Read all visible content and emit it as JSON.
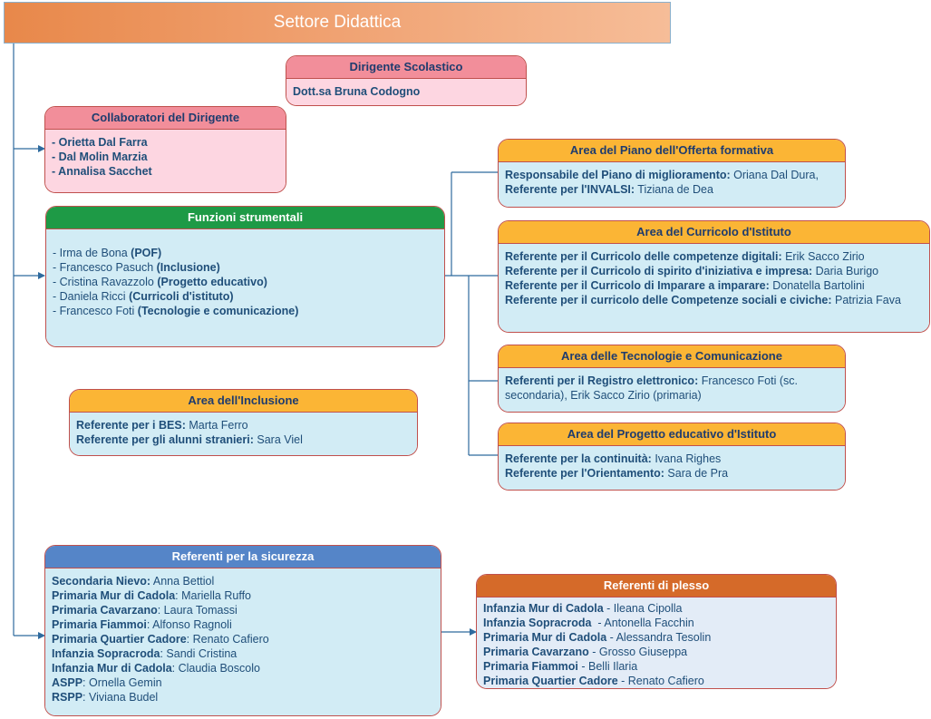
{
  "title": "Settore Didattica",
  "dirigente": {
    "header": "Dirigente Scolastico",
    "name": "Dott.sa Bruna Codogno"
  },
  "collaboratori": {
    "header": "Collaboratori del Dirigente",
    "items": [
      "- Orietta Dal Farra",
      "- Dal Molin Marzia",
      "- Annalisa Sacchet"
    ]
  },
  "funzioni": {
    "header": "Funzioni strumentali",
    "items": [
      {
        "name": "- Irma de Bona ",
        "role": "(POF)"
      },
      {
        "name": "- Francesco Pasuch ",
        "role": "(Inclusione)"
      },
      {
        "name": "- Cristina Ravazzolo ",
        "role": "(Progetto educativo)"
      },
      {
        "name": "- Daniela Ricci ",
        "role": "(Curricoli d'istituto)"
      },
      {
        "name": "- Francesco Foti ",
        "role": "(Tecnologie e comunicazione)"
      }
    ]
  },
  "inclusione": {
    "header": "Area dell'Inclusione",
    "items": [
      {
        "label": "Referente per i BES:",
        "value": " Marta Ferro"
      },
      {
        "label": "Referente per gli alunni stranieri:",
        "value": " Sara Viel"
      }
    ]
  },
  "pof": {
    "header": "Area del Piano dell'Offerta formativa",
    "items": [
      {
        "label": "Responsabile del Piano di miglioramento:",
        "value": " Oriana Dal Dura,"
      },
      {
        "label": "Referente per l'INVALSI:",
        "value": " Tiziana de Dea"
      }
    ]
  },
  "curricolo": {
    "header": "Area del Curricolo d'Istituto",
    "items": [
      {
        "label": "Referente per il Curricolo delle competenze digitali:",
        "value": " Erik Sacco Zirio"
      },
      {
        "label": "Referente per il Curricolo di spirito d'iniziativa e impresa:",
        "value": " Daria Burigo"
      },
      {
        "label": "Referente per il Curricolo di Imparare a imparare:",
        "value": " Donatella Bartolini"
      },
      {
        "label": "Referente per il curricolo delle Competenze sociali e civiche:",
        "value": " Patrizia Fava"
      }
    ]
  },
  "tecnologie": {
    "header": "Area delle Tecnologie e Comunicazione",
    "items": [
      {
        "label": "Referenti per il Registro elettronico:",
        "value": " Francesco Foti (sc. secondaria), Erik Sacco Zirio (primaria)"
      }
    ]
  },
  "progetto": {
    "header": "Area del Progetto educativo d'Istituto",
    "items": [
      {
        "label": "Referente per la continuità:",
        "value": " Ivana Righes"
      },
      {
        "label": "Referente per l'Orientamento:",
        "value": " Sara de Pra"
      }
    ]
  },
  "sicurezza": {
    "header": "Referenti per la sicurezza",
    "items": [
      {
        "label": "Secondaria Nievo:",
        "value": " Anna Bettiol"
      },
      {
        "label": "Primaria Mur di Cadola",
        "value": ": Mariella Ruffo"
      },
      {
        "label": "Primaria Cavarzano",
        "value": ": Laura Tomassi"
      },
      {
        "label": "Primaria Fiammoi",
        "value": ": Alfonso Ragnoli"
      },
      {
        "label": "Primaria Quartier Cadore",
        "value": ": Renato Cafiero"
      },
      {
        "label": "Infanzia Sopracroda",
        "value": ": Sandi Cristina"
      },
      {
        "label": "Infanzia Mur di Cadola",
        "value": ": Claudia Boscolo"
      },
      {
        "label": "ASPP",
        "value": ": Ornella Gemin"
      },
      {
        "label": "RSPP",
        "value": ": Viviana Budel"
      }
    ]
  },
  "plesso": {
    "header": "Referenti di plesso",
    "items": [
      {
        "label": "Infanzia Mur di Cadola",
        "value": " - Ileana Cipolla"
      },
      {
        "label": "Infanzia Sopracroda",
        "value": "  - Antonella Facchin"
      },
      {
        "label": "Primaria Mur di Cadola",
        "value": " - Alessandra Tesolin"
      },
      {
        "label": "Primaria Cavarzano",
        "value": " - Grosso Giuseppa"
      },
      {
        "label": "Primaria Fiammoi",
        "value": " - Belli Ilaria"
      },
      {
        "label": "Primaria Quartier Cadore",
        "value": " - Renato Cafiero"
      }
    ]
  },
  "colors": {
    "connector": "#2e6a9e",
    "border": "#c0504d",
    "pink_header": "#f28e9a",
    "green_header": "#1e9a46",
    "orange_header": "#fbb535",
    "blue_header": "#5585c8",
    "darkorange_header": "#d56a29"
  }
}
